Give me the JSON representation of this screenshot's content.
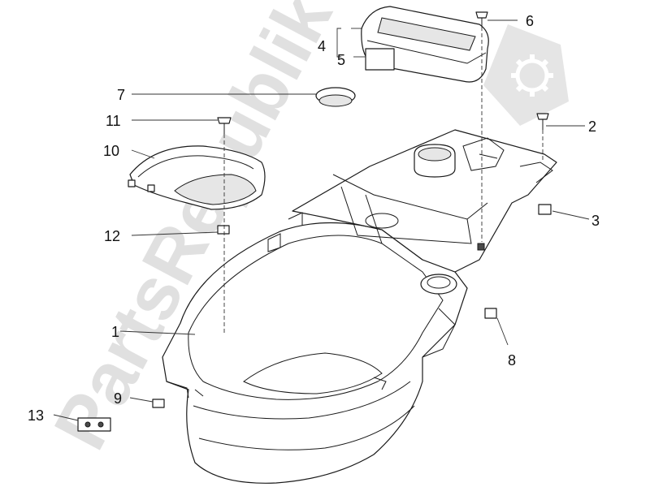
{
  "diagram": {
    "watermark_text": "PartsRepublik",
    "watermark_icon": "gear-icon",
    "callouts": [
      {
        "id": "1",
        "label": "1"
      },
      {
        "id": "2",
        "label": "2"
      },
      {
        "id": "3",
        "label": "3"
      },
      {
        "id": "4",
        "label": "4"
      },
      {
        "id": "5",
        "label": "5"
      },
      {
        "id": "6",
        "label": "6"
      },
      {
        "id": "7",
        "label": "7"
      },
      {
        "id": "8",
        "label": "8"
      },
      {
        "id": "9",
        "label": "9"
      },
      {
        "id": "10",
        "label": "10"
      },
      {
        "id": "11",
        "label": "11"
      },
      {
        "id": "12",
        "label": "12"
      },
      {
        "id": "13",
        "label": "13"
      }
    ]
  }
}
